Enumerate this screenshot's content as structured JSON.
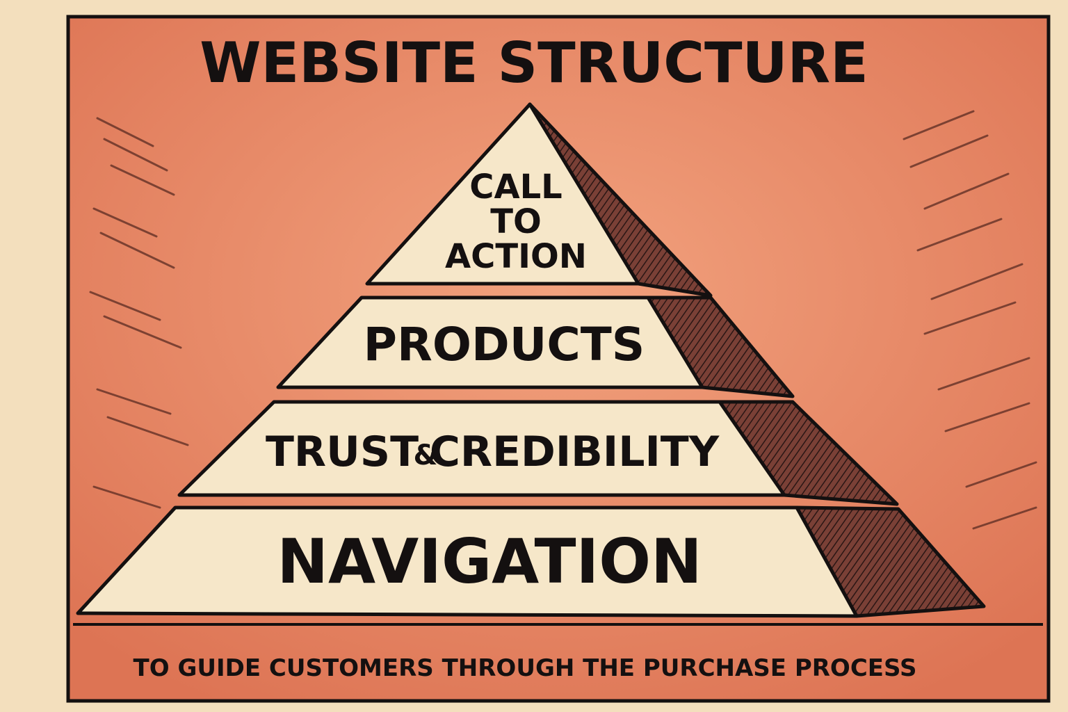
{
  "diagram": {
    "title": "WEBSITE STRUCTURE",
    "caption": "TO GUIDE CUSTOMERS THROUGH THE PURCHASE PROCESS",
    "layers": [
      {
        "id": "call-to-action",
        "lines": [
          "CALL",
          "TO",
          "ACTION"
        ]
      },
      {
        "id": "products",
        "lines": [
          "PRODUCTS"
        ]
      },
      {
        "id": "trust-credibility",
        "lines": [
          "TRUST",
          "&",
          "CREDIBILITY"
        ]
      },
      {
        "id": "navigation",
        "lines": [
          "NAVIGATION"
        ]
      }
    ]
  },
  "colors": {
    "paper": "#f3dfbd",
    "panel": "#e9886a",
    "panel_dark": "#cf6a4c",
    "face": "#f6e7c9",
    "shadow": "#6e3a32",
    "ink": "#141010"
  }
}
